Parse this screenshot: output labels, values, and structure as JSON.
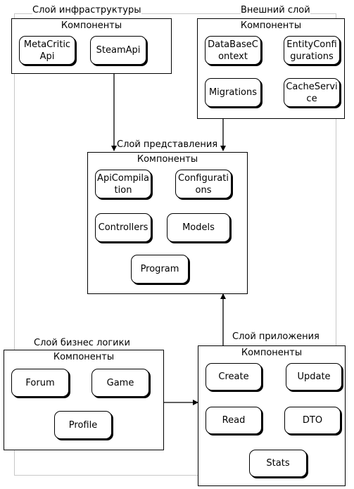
{
  "layers": {
    "infrastructure": {
      "title": "Слой инфраструктуры",
      "box_title": "Компоненты",
      "components": [
        "MetaCritic Api",
        "SteamApi"
      ]
    },
    "external": {
      "title": "Внешний слой",
      "box_title": "Компоненты",
      "components": [
        "DataBaseContext",
        "EntityConfigurations",
        "Migrations",
        "CacheService"
      ]
    },
    "presentation": {
      "title": "Слой представления",
      "box_title": "Компоненты",
      "components": [
        "ApiCompilation",
        "Configurations",
        "Controllers",
        "Models",
        "Program"
      ]
    },
    "business": {
      "title": "Слой бизнес логики",
      "box_title": "Компоненты",
      "components": [
        "Forum",
        "Game",
        "Profile"
      ]
    },
    "application": {
      "title": "Слой приложения",
      "box_title": "Компоненты",
      "components": [
        "Create",
        "Update",
        "Read",
        "DTO",
        "Stats"
      ]
    }
  },
  "colors": {
    "line": "#000000",
    "frame": "#c8c8c8",
    "background": "#ffffff"
  }
}
